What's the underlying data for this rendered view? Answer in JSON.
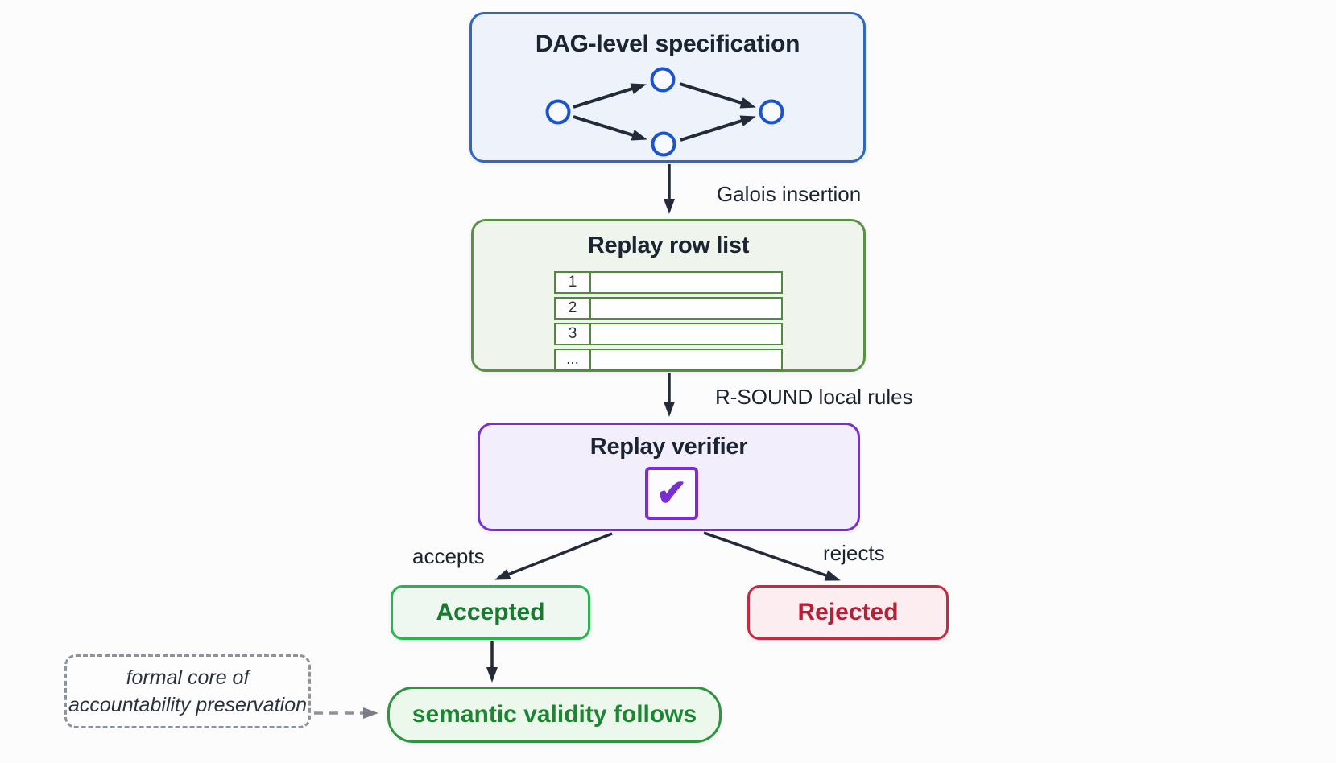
{
  "page": {
    "background": "#fcfcfd",
    "description": "Flow diagram of replay verification pipeline"
  },
  "colors": {
    "blue_border": "#2d68c4",
    "blue_node": "#1b55cb",
    "green_border": "#5b9147",
    "table_border": "#4f8a3d",
    "purple_border": "#7a2ed2",
    "accepted_green": "#29b44d",
    "accepted_text": "#177a2f",
    "rejected_red": "#c9283e",
    "rejected_text": "#b62036",
    "semantic_green": "#2f9440",
    "semantic_text": "#1d8431",
    "arrow_dark": "#232b39",
    "dashed_gray": "#8d929b"
  },
  "nodes": {
    "dag_spec": {
      "title": "DAG-level specification"
    },
    "replay_row_list": {
      "title": "Replay row list",
      "rows": [
        "1",
        "2",
        "3",
        "..."
      ]
    },
    "replay_verifier": {
      "title": "Replay verifier"
    },
    "accepted": {
      "label": "Accepted"
    },
    "rejected": {
      "label": "Rejected"
    },
    "semantic_validity": {
      "label": "semantic validity follows"
    },
    "annotation": {
      "line1": "formal core of",
      "line2": "accountability preservation"
    }
  },
  "edges": {
    "galois": {
      "label": "Galois insertion"
    },
    "rsound": {
      "label": "R-SOUND local rules"
    },
    "accepts": {
      "label": "accepts"
    },
    "rejects": {
      "label": "rejects"
    }
  },
  "icons": {
    "checkmark": "✔"
  }
}
